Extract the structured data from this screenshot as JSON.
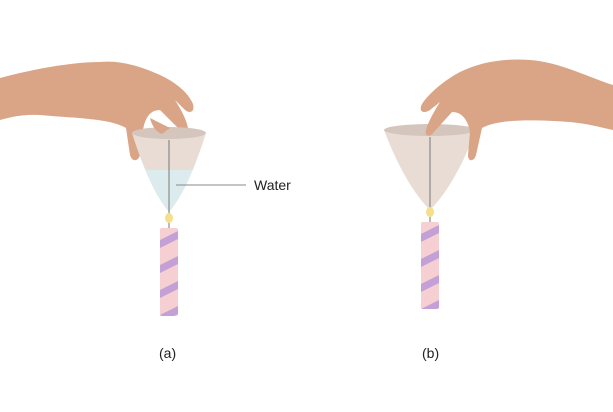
{
  "labels": {
    "water": "Water",
    "panel_a": "(a)",
    "panel_b": "(b)"
  },
  "colors": {
    "cone": "#e8dcd5",
    "cone_top": "#d4c6bd",
    "water": "#dcecee",
    "candle": "#f5cfd2",
    "stripe": "#c3a1d6",
    "flame": "#f5df8c",
    "skin": "#d9a586"
  }
}
